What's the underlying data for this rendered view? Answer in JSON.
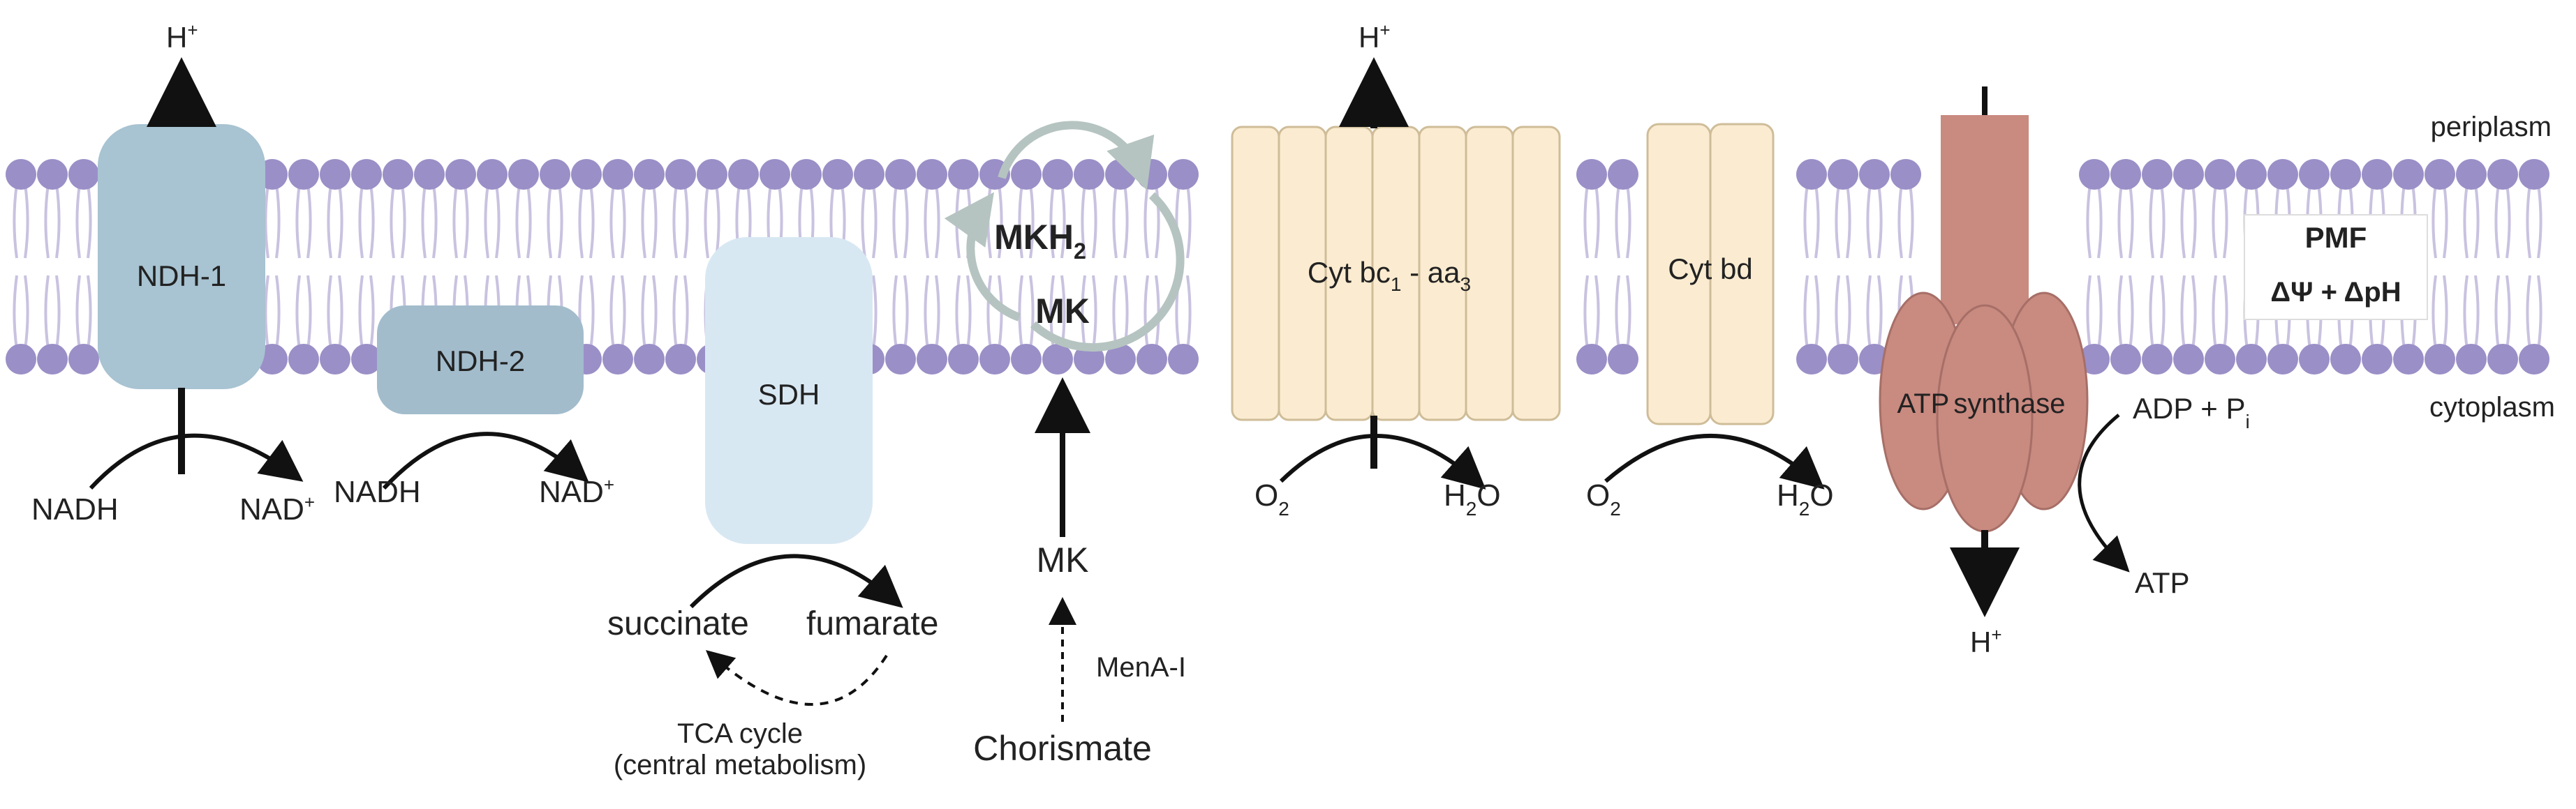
{
  "labels": {
    "periplasm": "periplasm",
    "cytoplasm": "cytoplasm"
  },
  "complexes": {
    "ndh1": "NDH-1",
    "ndh2": "NDH-2",
    "sdh": "SDH",
    "mkh2": "MKH",
    "mkh2_sub": "2",
    "mk_ring": "MK",
    "cyt_bc": "Cyt bc",
    "cyt_bc_sub1": "1",
    "cyt_dash": " - aa",
    "cyt_bc_sub3": "3",
    "cyt_bd": "Cyt bd",
    "atp_a": "ATP",
    "atp_b": "synthase"
  },
  "reactions": {
    "h_plus": "H",
    "plus_sup": "+",
    "nadh": "NADH",
    "nad": "NAD",
    "o2": "O",
    "o2_sub": "2",
    "h2o_h": "H",
    "h2o_sub": "2",
    "h2o_o": "O",
    "succinate": "succinate",
    "fumarate": "fumarate",
    "tca_cycle": "TCA cycle",
    "central_metabolism": "(central metabolism)",
    "mk": "MK",
    "mena": "MenA-I",
    "chorismate": "Chorismate",
    "adp": "ADP + P",
    "adp_sub": "i",
    "atp": "ATP"
  },
  "pmf": {
    "title": "PMF",
    "formula": "ΔΨ + ΔpH"
  },
  "colors": {
    "lipid_head": "#9b8fc7",
    "lipid_tail": "#c9c2e0",
    "ndh1": "#a8c3d1",
    "ndh2": "#a2bccc",
    "sdh": "#d8e8f3",
    "cytochrome": "#fbecd1",
    "cytochrome_stroke": "#cfbd99",
    "atp_synthase": "#c98a80",
    "mk_ring": "#b5c4c0"
  }
}
